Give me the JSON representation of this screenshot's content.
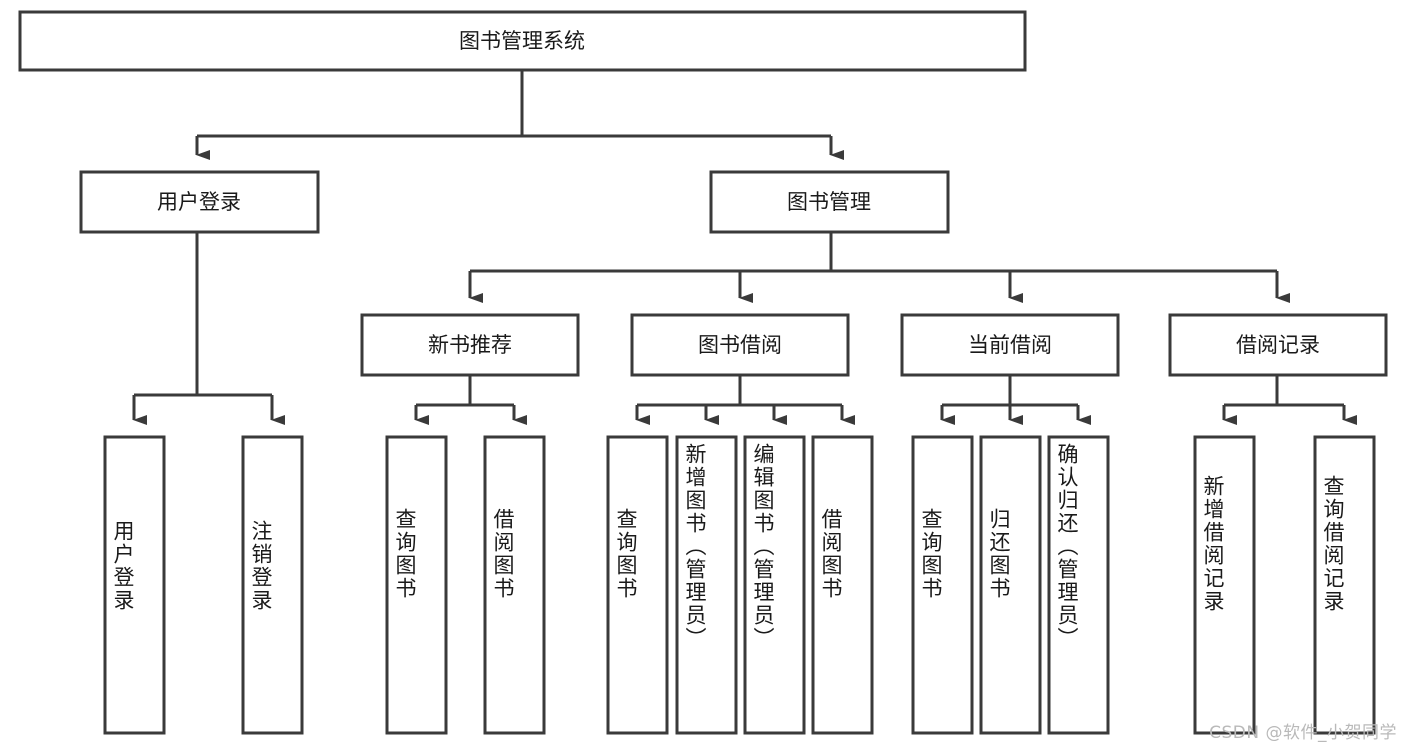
{
  "diagram": {
    "type": "tree",
    "title_node": {
      "label": "图书管理系统"
    },
    "level2": [
      {
        "label": "用户登录"
      },
      {
        "label": "图书管理"
      }
    ],
    "level3": [
      {
        "label": "新书推荐"
      },
      {
        "label": "图书借阅"
      },
      {
        "label": "当前借阅"
      },
      {
        "label": "借阅记录"
      }
    ],
    "leaves": {
      "user_login": [
        {
          "label": "用户登录"
        },
        {
          "label": "注销登录"
        }
      ],
      "new_book_rec": [
        {
          "label": "查询图书"
        },
        {
          "label": "借阅图书"
        }
      ],
      "book_borrow": [
        {
          "label": "查询图书"
        },
        {
          "label": "新增图书（管理员）"
        },
        {
          "label": "编辑图书（管理员）"
        },
        {
          "label": "借阅图书"
        }
      ],
      "current_borrow": [
        {
          "label": "查询图书"
        },
        {
          "label": "归还图书"
        },
        {
          "label": "确认归还（管理员）"
        }
      ],
      "borrow_record": [
        {
          "label": "新增借阅记录"
        },
        {
          "label": "查询借阅记录"
        }
      ]
    }
  },
  "watermark": {
    "text": "CSDN @软件_小贺同学"
  },
  "colors": {
    "stroke": "#3a3a3a",
    "fill": "#ffffff",
    "text": "#1a1a1a",
    "watermark": "#b9b9b9"
  }
}
